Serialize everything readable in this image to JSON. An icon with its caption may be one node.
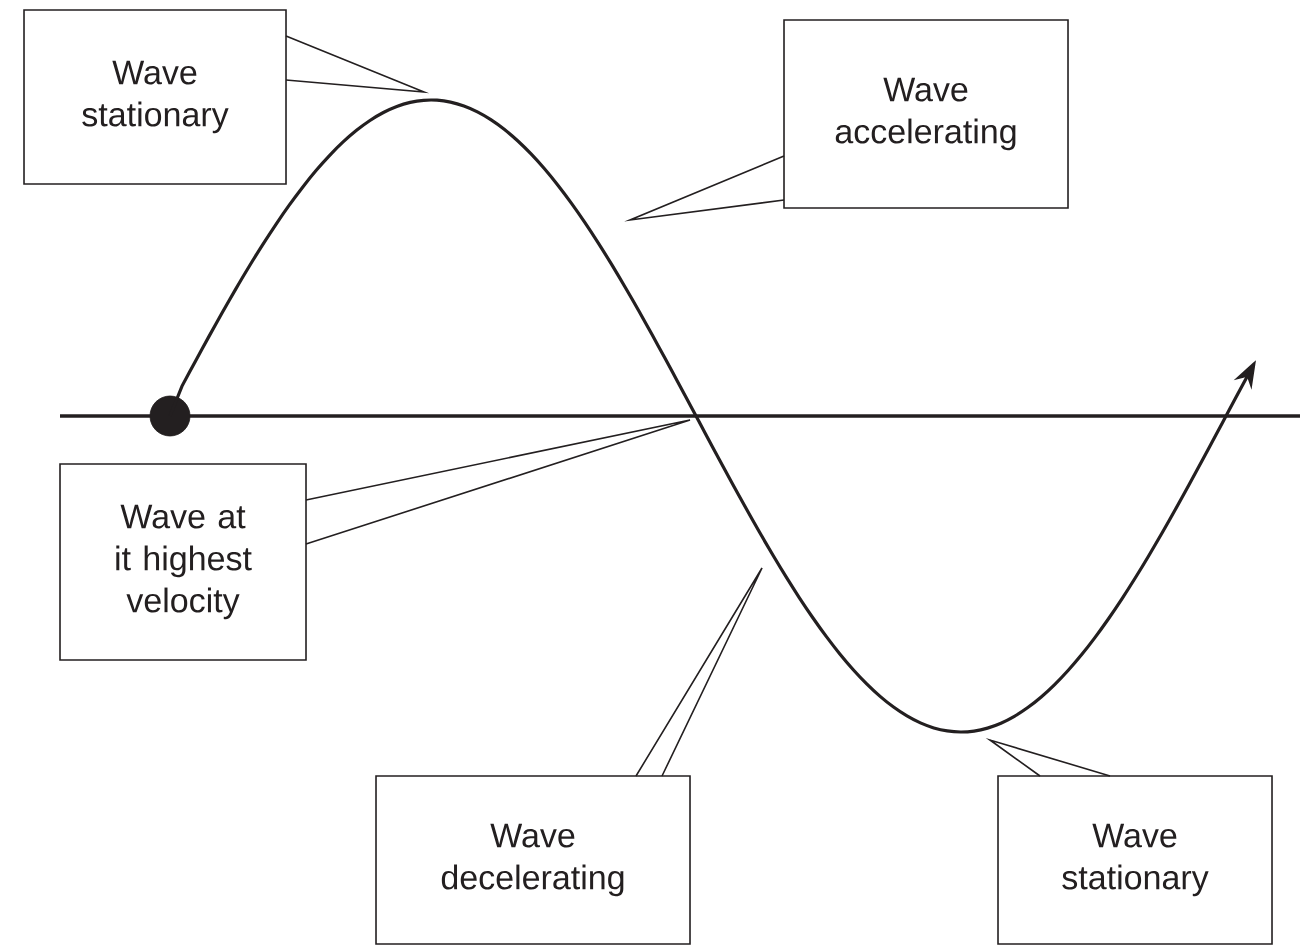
{
  "diagram": {
    "nodes": [
      {
        "text": [
          "Wave stationary"
        ]
      },
      {
        "text": [
          "Wave accelerating"
        ]
      },
      {
        "text": [
          "Wave at it highest velocity"
        ]
      },
      {
        "text": [
          "Wave decelerating"
        ]
      },
      {
        "text": [
          "Wave stationary"
        ]
      },
      {
        "text": [],
        "shape": "circle"
      }
    ],
    "edges": [
      {
        "from": 0,
        "to": null,
        "arrow": "none"
      },
      {
        "from": 1,
        "to": null,
        "arrow": "none"
      },
      {
        "from": 2,
        "to": null,
        "arrow": "none"
      },
      {
        "from": 3,
        "to": null,
        "arrow": "none"
      },
      {
        "from": 4,
        "to": null,
        "arrow": "none"
      },
      {
        "from": 5,
        "to": null,
        "arrow": "to"
      }
    ]
  }
}
